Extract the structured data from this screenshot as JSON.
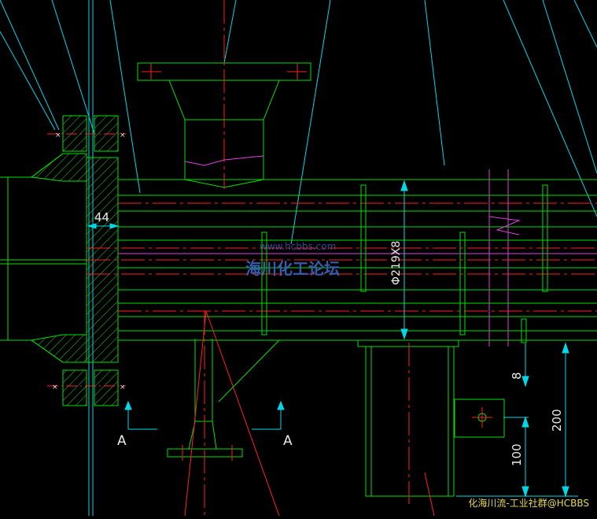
{
  "drawing": {
    "dimensions": {
      "flange_gap": "44",
      "pipe_spec": "Φ219X8",
      "offset_small": "8",
      "height_200": "200",
      "height_100": "100"
    },
    "section_markers": {
      "left": "A",
      "right": "A"
    }
  },
  "watermark": {
    "title": "海川化工论坛",
    "url": "www.hcbbs.com"
  },
  "footer": {
    "credit": "化海川流-工业社群@HCBBS"
  },
  "colors": {
    "background": "#000000",
    "outline": "#00e000",
    "dimension": "#00d8e8",
    "centerline": "#ff2020",
    "accent": "#e040e0",
    "hatch": "#20d020",
    "text_dim": "#e8e8e8"
  }
}
